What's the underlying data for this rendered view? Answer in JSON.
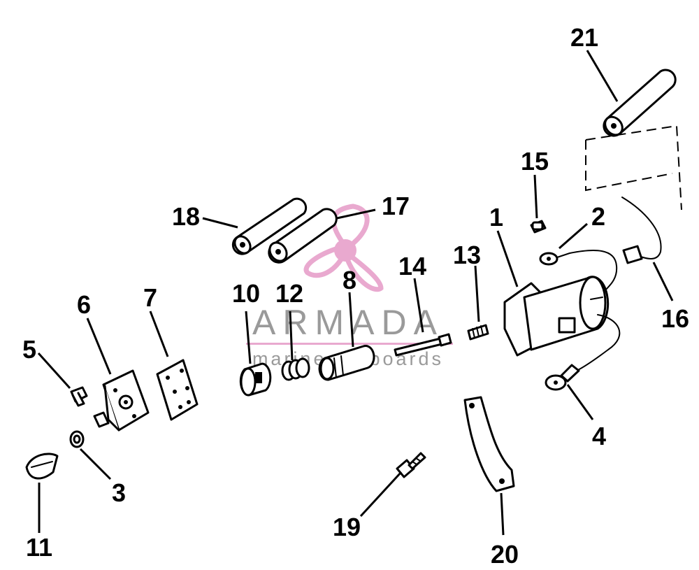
{
  "watermark": {
    "brand": "ARMADA",
    "tagline": "marine outboards",
    "logo_icon": "propeller-icon",
    "logo_color": "#e9a9cf",
    "text_color": "#9a9a9a"
  },
  "part_numbers": {
    "p1": "1",
    "p2": "2",
    "p3": "3",
    "p4": "4",
    "p5": "5",
    "p6": "6",
    "p7": "7",
    "p8": "8",
    "p10": "10",
    "p11": "11",
    "p12": "12",
    "p13": "13",
    "p14": "14",
    "p15": "15",
    "p16": "16",
    "p17": "17",
    "p18": "18",
    "p19": "19",
    "p20": "20",
    "p21": "21"
  }
}
